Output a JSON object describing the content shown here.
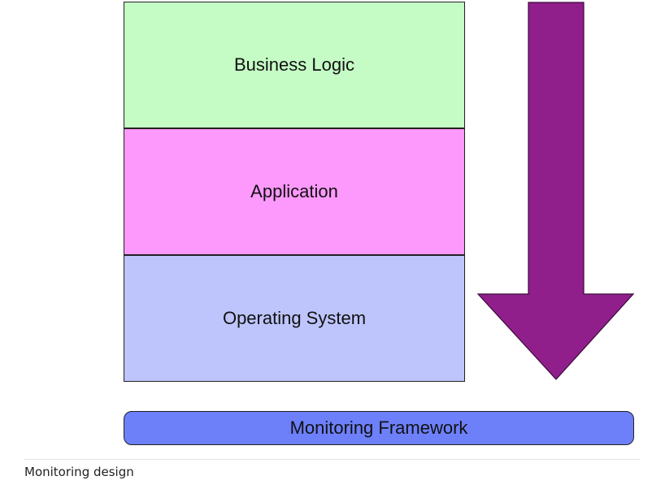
{
  "layers": [
    {
      "label": "Business Logic",
      "color": "#c5fbc5"
    },
    {
      "label": "Application",
      "color": "#fd99fd"
    },
    {
      "label": "Operating System",
      "color": "#bec5fd"
    }
  ],
  "arrow": {
    "color": "#901f8c",
    "direction": "down"
  },
  "framework": {
    "label": "Monitoring Framework",
    "color": "#6d80fa"
  },
  "caption": "Monitoring design"
}
